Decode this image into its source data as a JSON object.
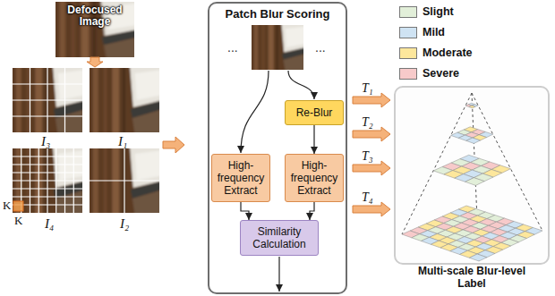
{
  "diagram": {
    "nodes": [
      {
        "text": [
          "Defocused Image"
        ]
      },
      {
        "text": [
          "Patch Blur Scoring"
        ]
      },
      {
        "text": [
          "Re-Blur"
        ],
        "in": 1
      },
      {
        "text": [
          "High-frequency Extract"
        ],
        "in": 1
      },
      {
        "text": [
          "High-frequency Extract"
        ],
        "in": 1
      },
      {
        "text": [
          "Similarity Calculation"
        ],
        "in": 1
      },
      {
        "text": [
          "Multi-scale Blur-level Label"
        ]
      }
    ],
    "edges": [
      {
        "from": 2,
        "to": 4,
        "arrow": "to"
      },
      {
        "from": 3,
        "to": 5,
        "arrow": "to"
      },
      {
        "from": 4,
        "to": 5,
        "arrow": "to"
      }
    ],
    "labels": [
      "...",
      "...",
      "I₃",
      "I₁",
      "I₄",
      "I₂",
      "K",
      "K",
      "T₁",
      "T₂",
      "T₃",
      "T₄"
    ],
    "legend": [
      {
        "text": "Slight",
        "color": "#e2efd9"
      },
      {
        "text": "Mild",
        "color": "#cfe3f3"
      },
      {
        "text": "Moderate",
        "color": "#fde79c"
      },
      {
        "text": "Severe",
        "color": "#f7caca"
      }
    ]
  }
}
